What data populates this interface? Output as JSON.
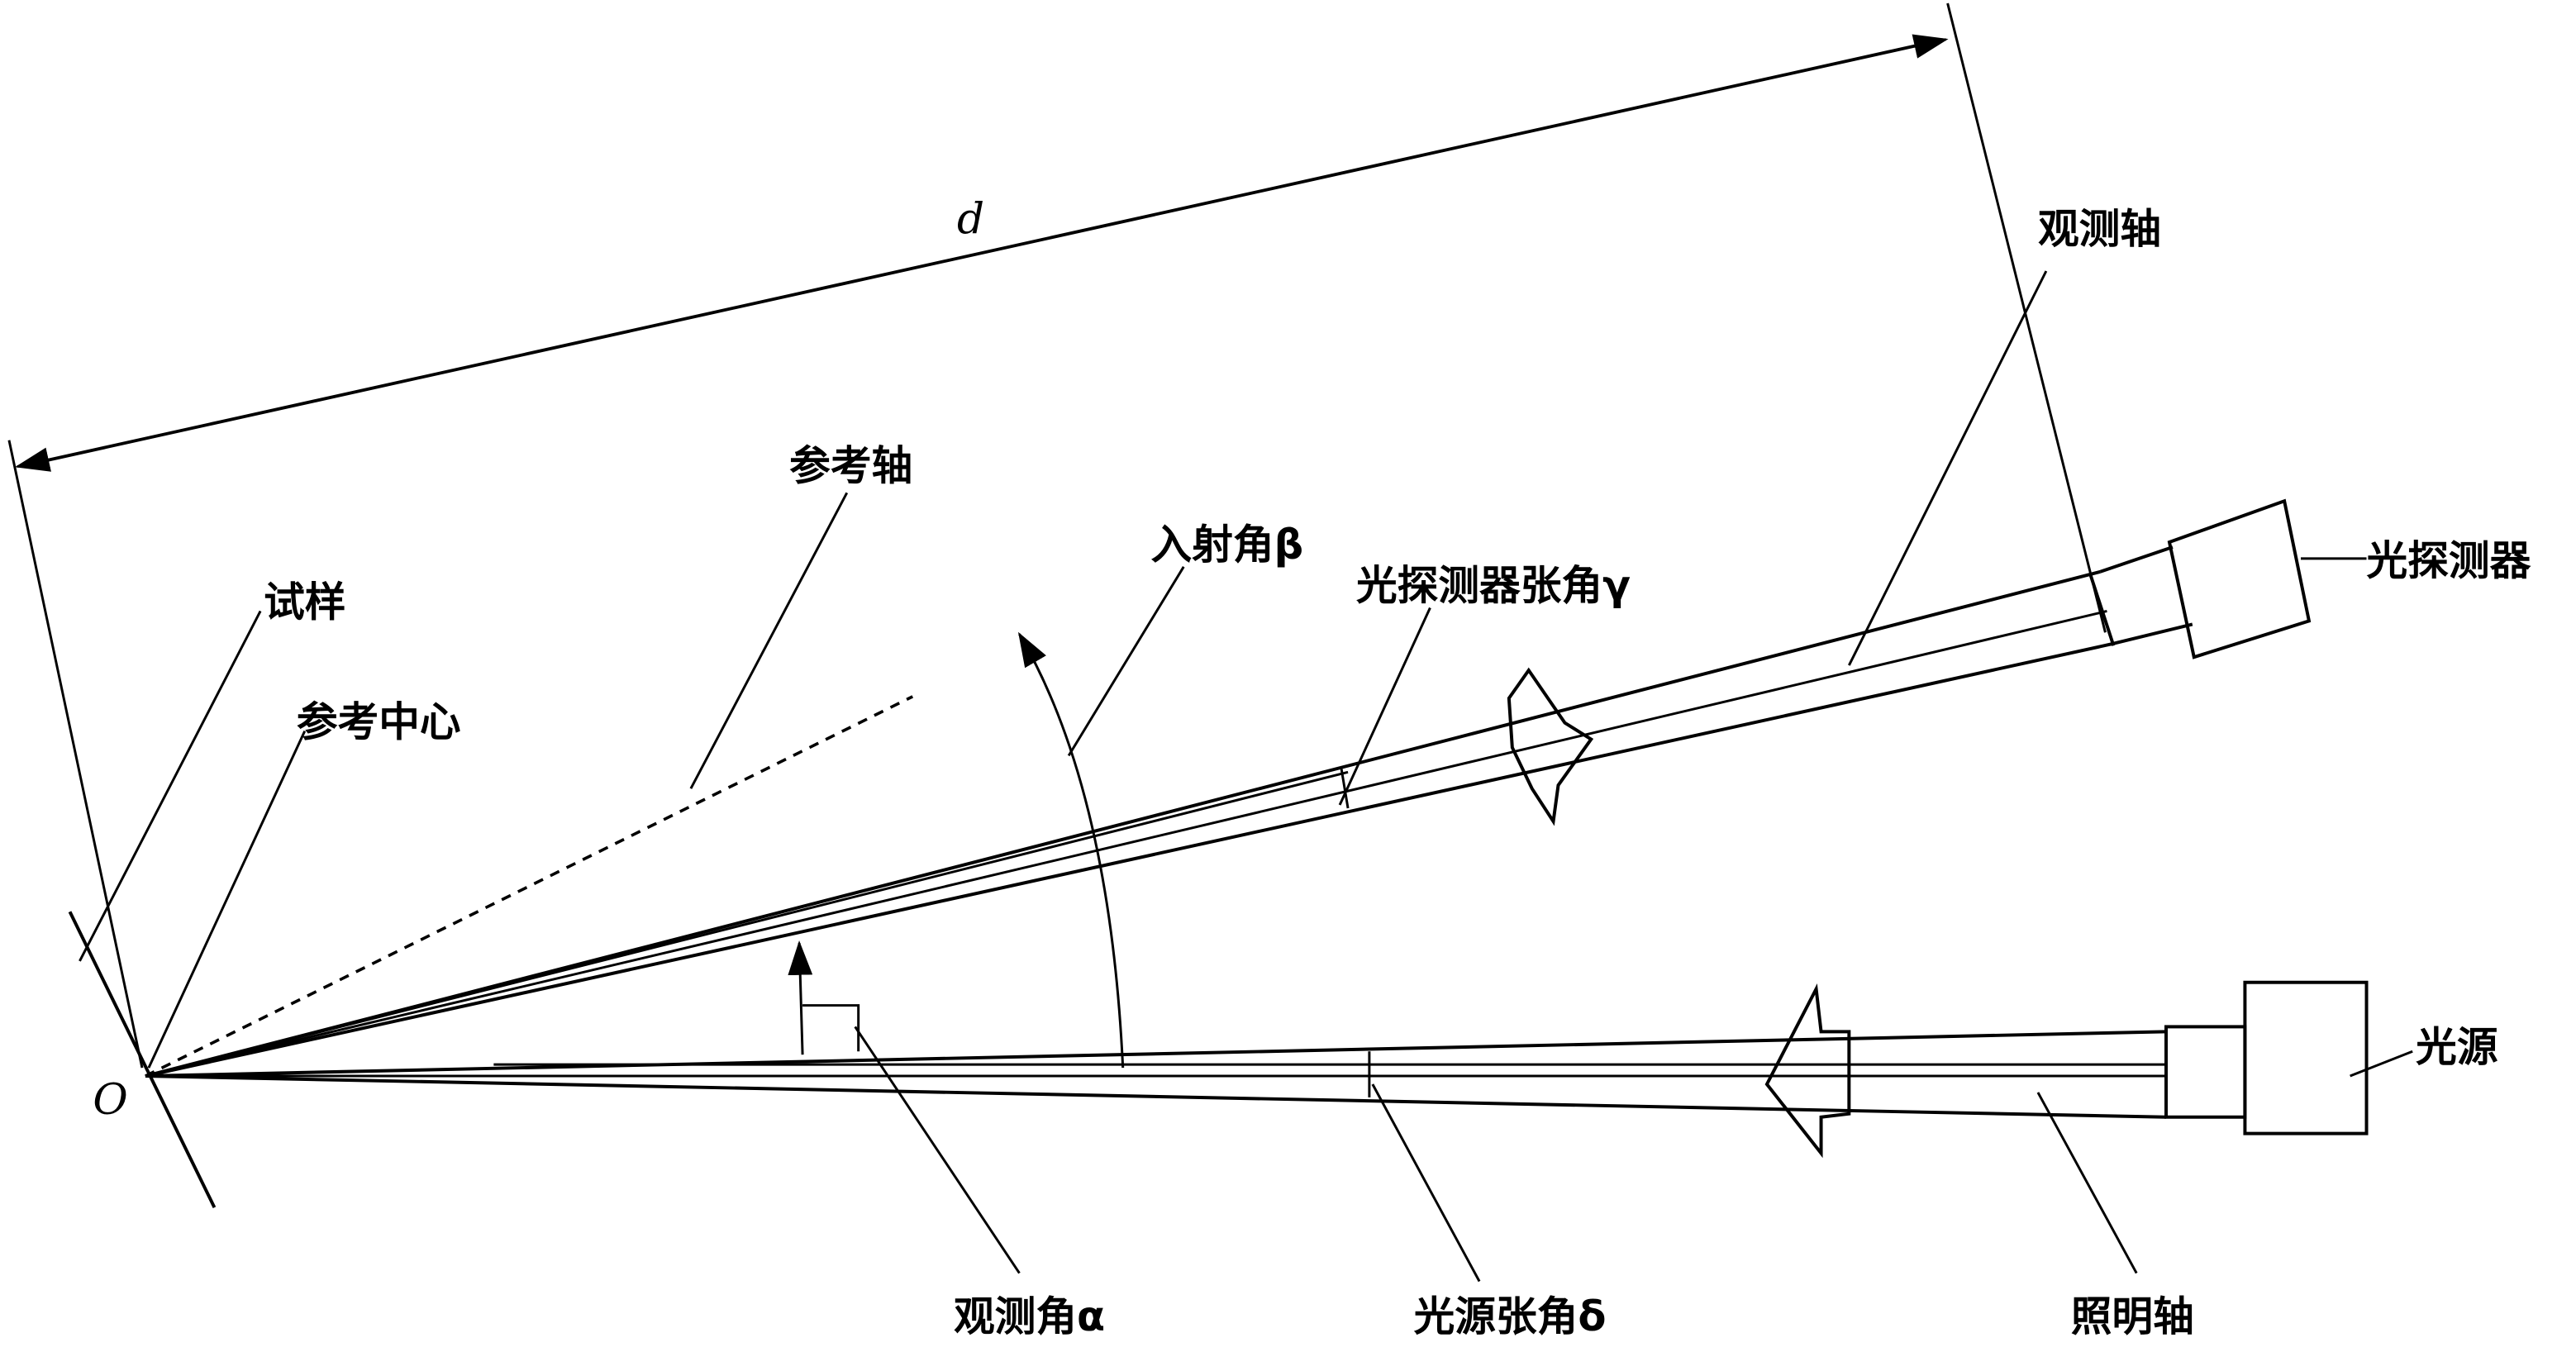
{
  "labels": {
    "distance": "d",
    "origin": "O",
    "observation_axis": "观测轴",
    "reference_axis": "参考轴",
    "incidence_angle": "入射角β",
    "detector_angle": "光探测器张角γ",
    "detector": "光探测器",
    "sample": "试样",
    "reference_center": "参考中心",
    "observation_angle": "观测角α",
    "source_angle": "光源张角δ",
    "illumination_axis": "照明轴",
    "source": "光源"
  }
}
